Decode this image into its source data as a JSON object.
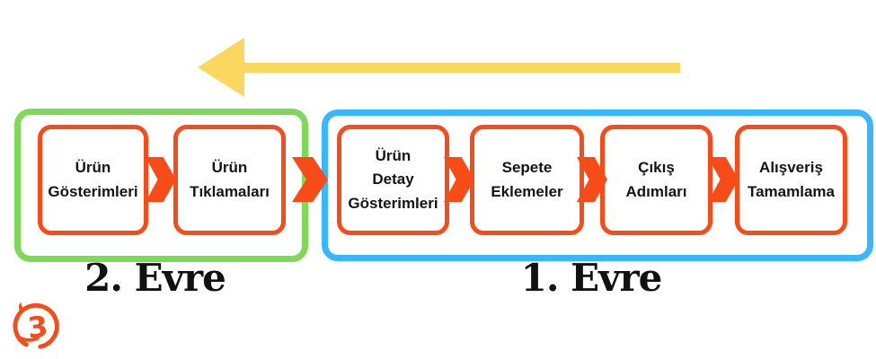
{
  "colors": {
    "accent_orange": "#F94B17",
    "phase2_outline_green": "#7ED957",
    "phase1_outline_blue": "#38B6FF",
    "back_arrow_yellow": "#FAD75E",
    "text_black": "#141414",
    "background": "#FFFFFF"
  },
  "phases": [
    {
      "label": "2. Evre",
      "stages": [
        "Ürün\nGösterimleri",
        "Ürün\nTıklamaları"
      ]
    },
    {
      "label": "1. Evre",
      "stages": [
        "Ürün\nDetay\nGösterimleri",
        "Sepete\nEklemeler",
        "Çıkış\nAdımları",
        "Alışveriş\nTamamlama"
      ]
    }
  ]
}
